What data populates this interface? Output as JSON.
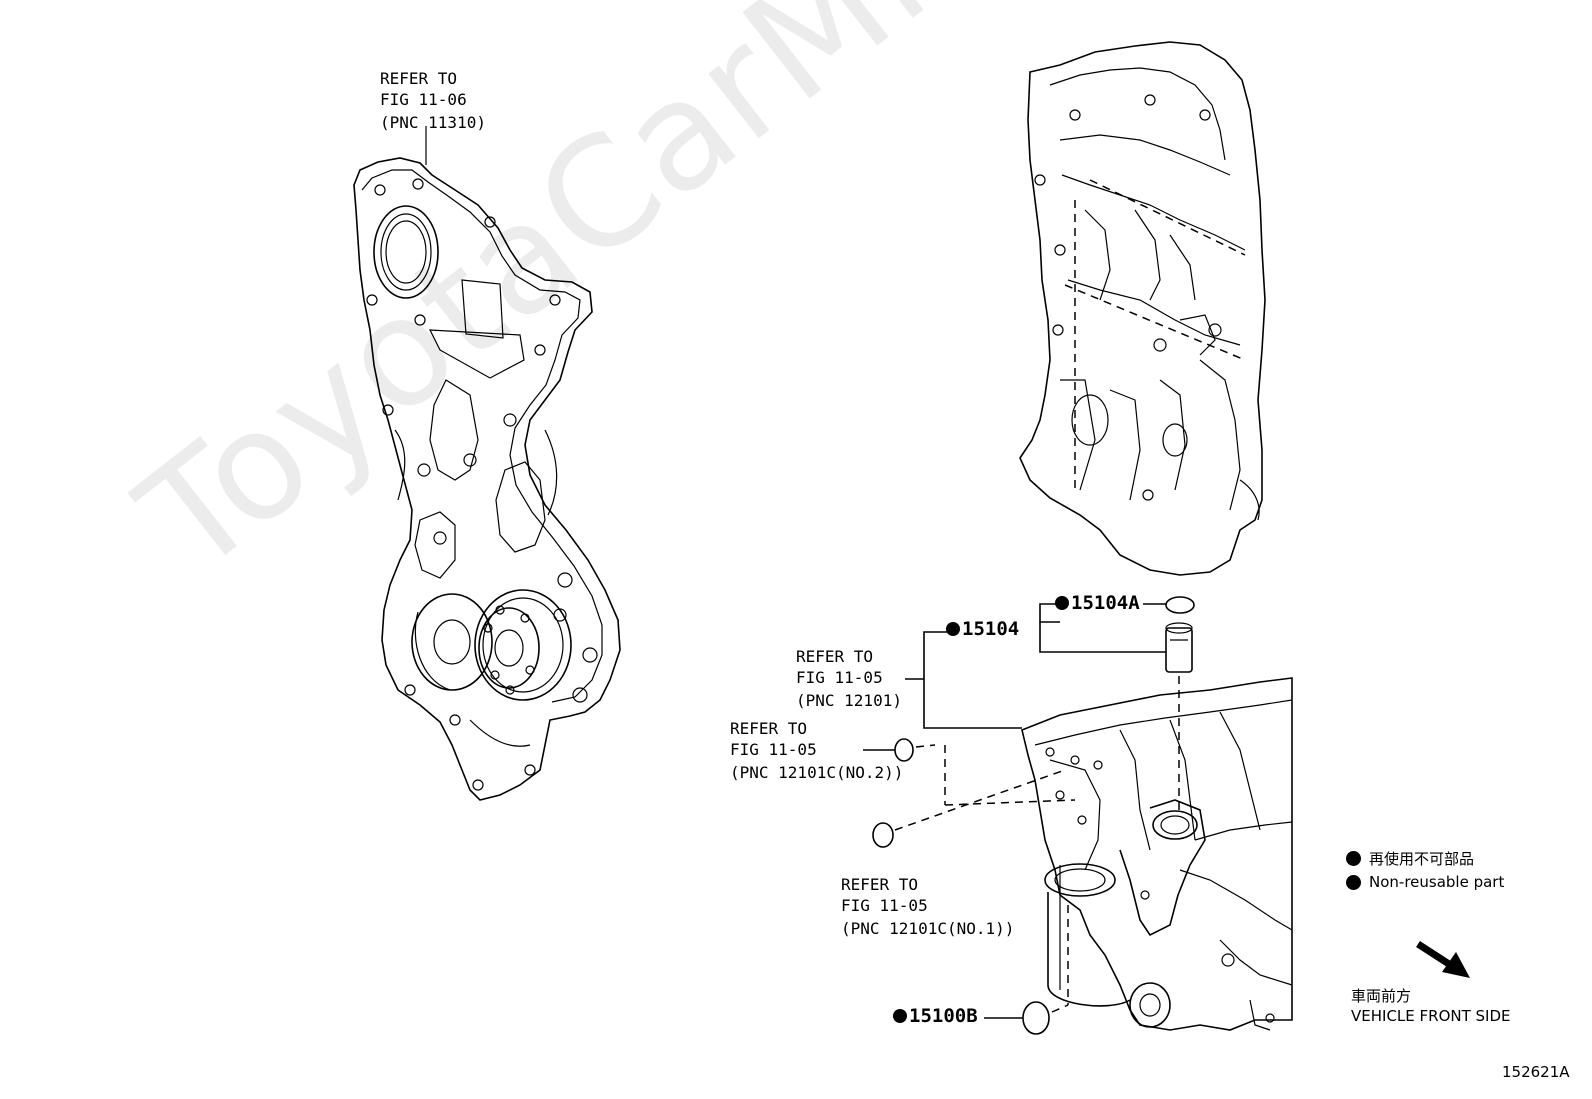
{
  "watermark": "ToyotaCarMine.ru",
  "refs": {
    "timing_cover": [
      "REFER TO",
      "FIG 11-06",
      "(PNC 11310)"
    ],
    "pnc_12101": [
      "REFER TO",
      "FIG 11-05",
      "(PNC 12101)"
    ],
    "pnc_12101c_no2": [
      "REFER TO",
      "FIG 11-05",
      "(PNC 12101C(NO.2))"
    ],
    "pnc_12101c_no1": [
      "REFER TO",
      "FIG 11-05",
      "(PNC 12101C(NO.1))"
    ]
  },
  "parts": {
    "p15104": "15104",
    "p15104a": "15104A",
    "p15100b": "15100B"
  },
  "legend": {
    "jp": "再使用不可部品",
    "en": "Non-reusable part"
  },
  "front": {
    "jp": "車両前方",
    "en": "VEHICLE FRONT SIDE"
  },
  "drawing_code": "152621A"
}
